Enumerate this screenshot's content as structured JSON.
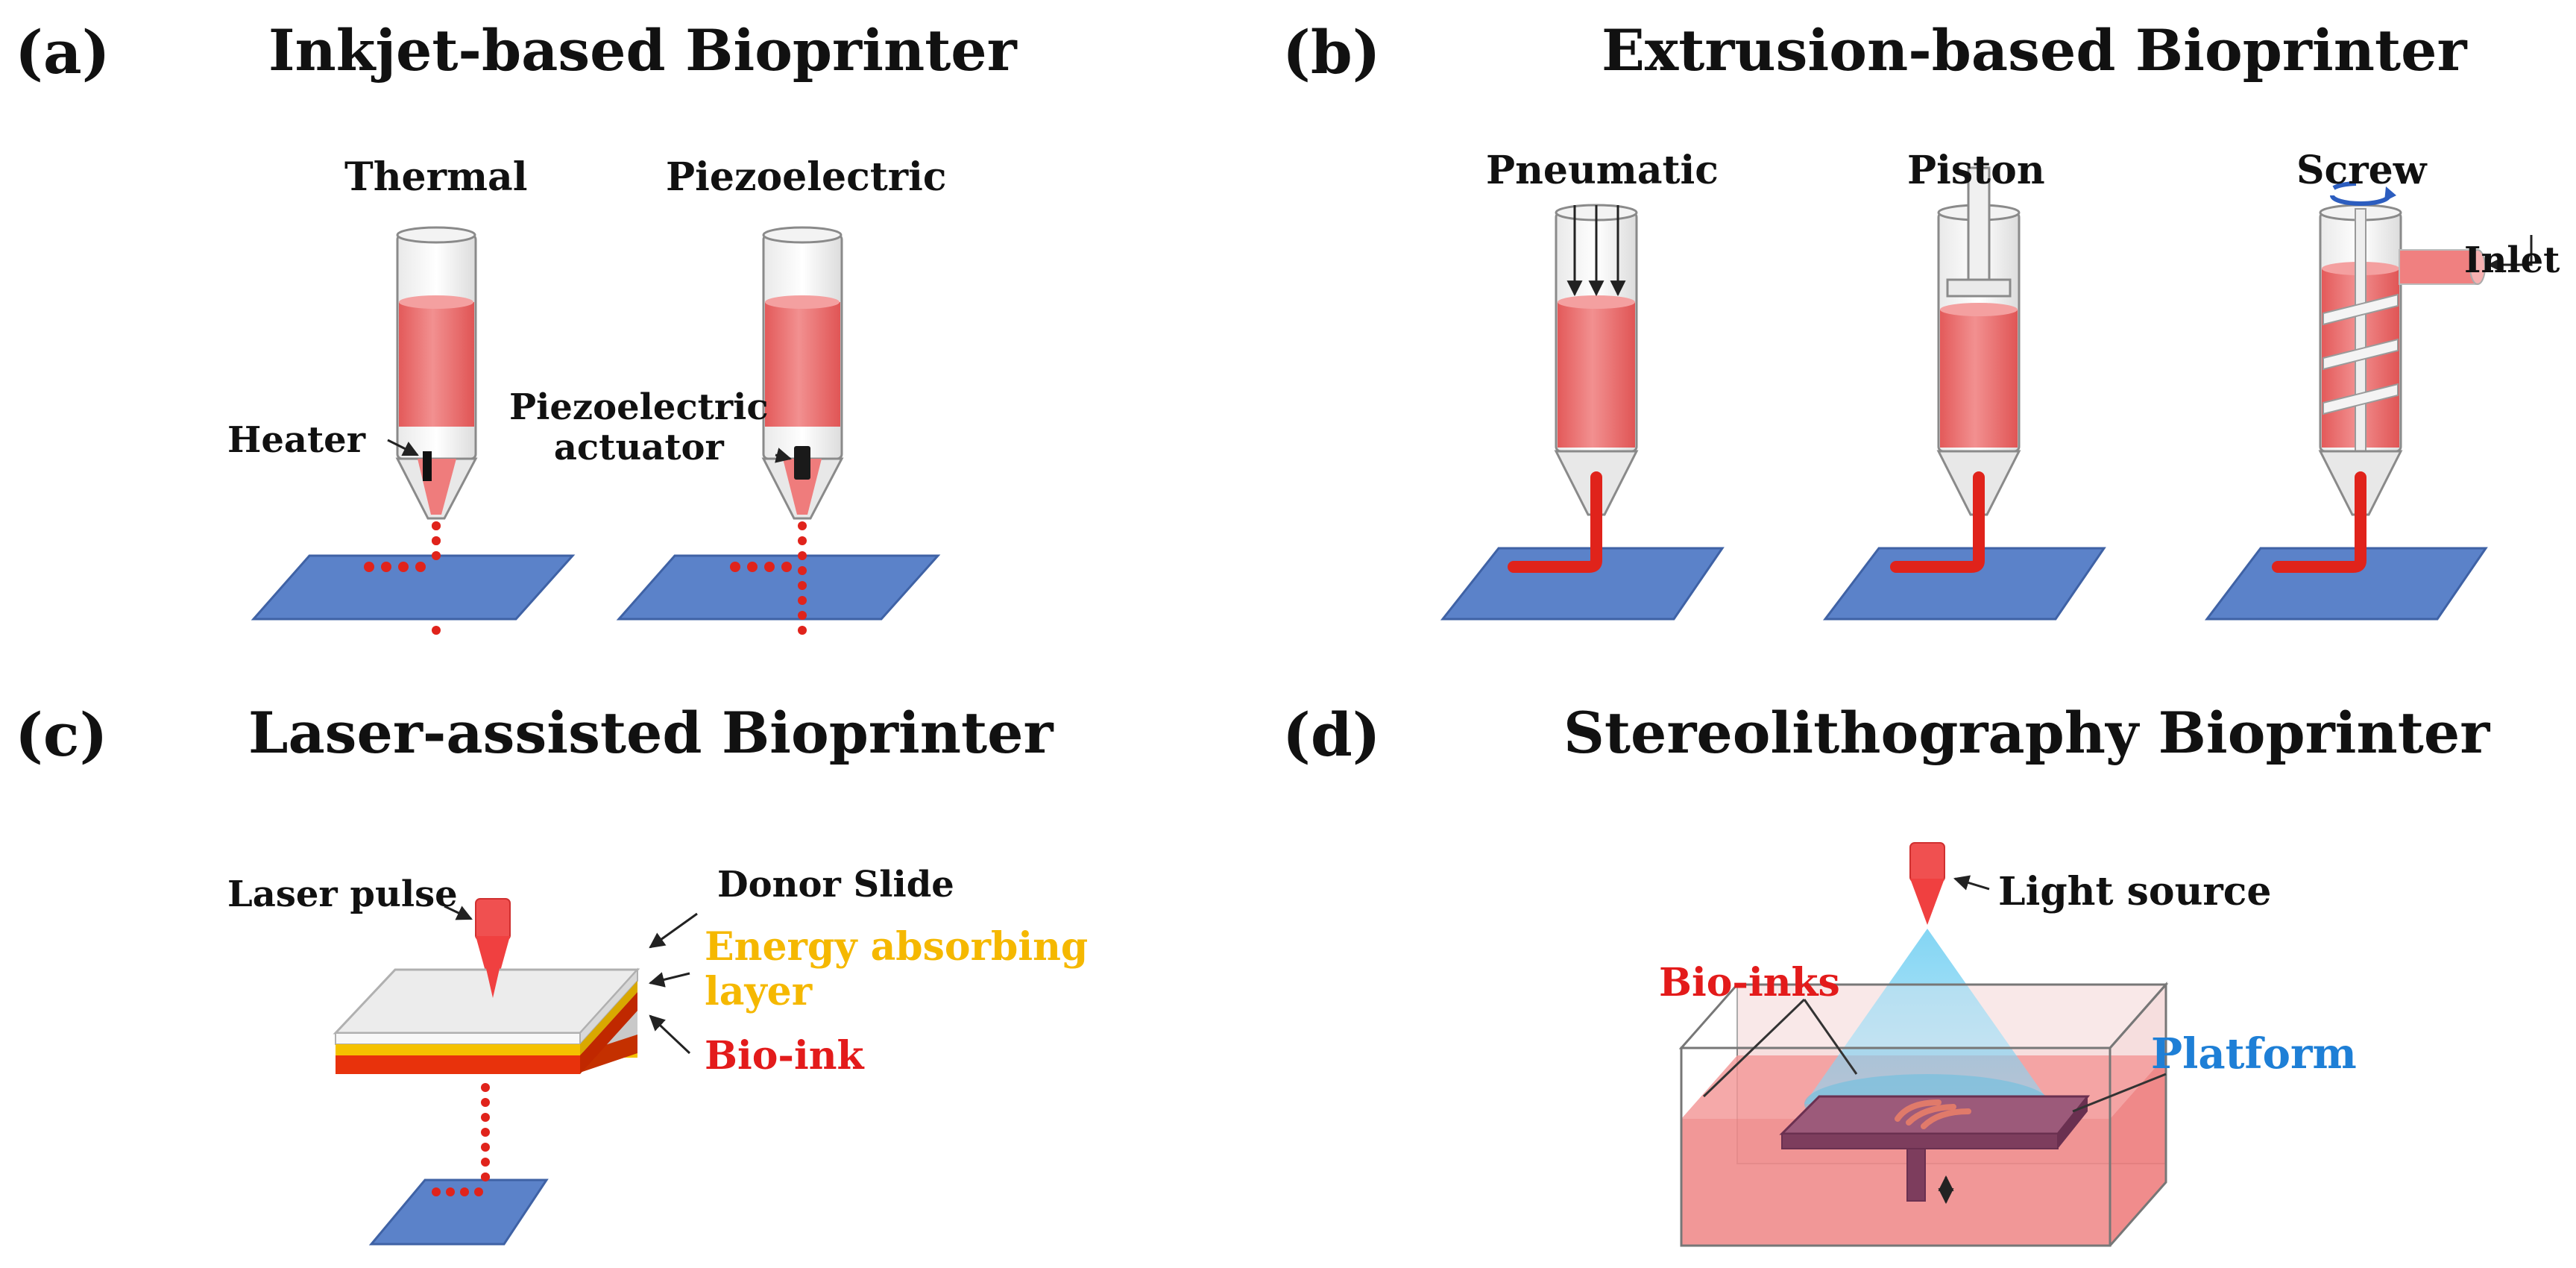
{
  "colors": {
    "platform": "#5b82c9",
    "platform_edge": "#3f62a5",
    "ink": "#ee7474",
    "ink_dark": "#e04848",
    "extrude": "#e0231b",
    "energy_layer": "#f5c200",
    "light_beam": "#5cc8f0",
    "platform_label": "#1e7fd6",
    "energy_label": "#f5b800",
    "bioink_label": "#e31b1b"
  },
  "panels": {
    "a": {
      "letter": "(a)",
      "title": "Inkjet-based Bioprinter",
      "thermal": "Thermal",
      "piezo": "Piezoelectric",
      "heater": "Heater",
      "actuator_line1": "Piezoelectric",
      "actuator_line2": "actuator"
    },
    "b": {
      "letter": "(b)",
      "title": "Extrusion-based Bioprinter",
      "pneumatic": "Pneumatic",
      "piston": "Piston",
      "screw": "Screw",
      "inlet": "Inlet"
    },
    "c": {
      "letter": "(c)",
      "title": "Laser-assisted Bioprinter",
      "laser_pulse": "Laser pulse",
      "donor_slide": "Donor Slide",
      "energy_line1": "Energy absorbing",
      "energy_line2": "layer",
      "bio_ink": "Bio-ink"
    },
    "d": {
      "letter": "(d)",
      "title": "Stereolithography  Bioprinter",
      "light_source": "Light source",
      "bio_inks": "Bio-inks",
      "platform": "Platform"
    }
  }
}
